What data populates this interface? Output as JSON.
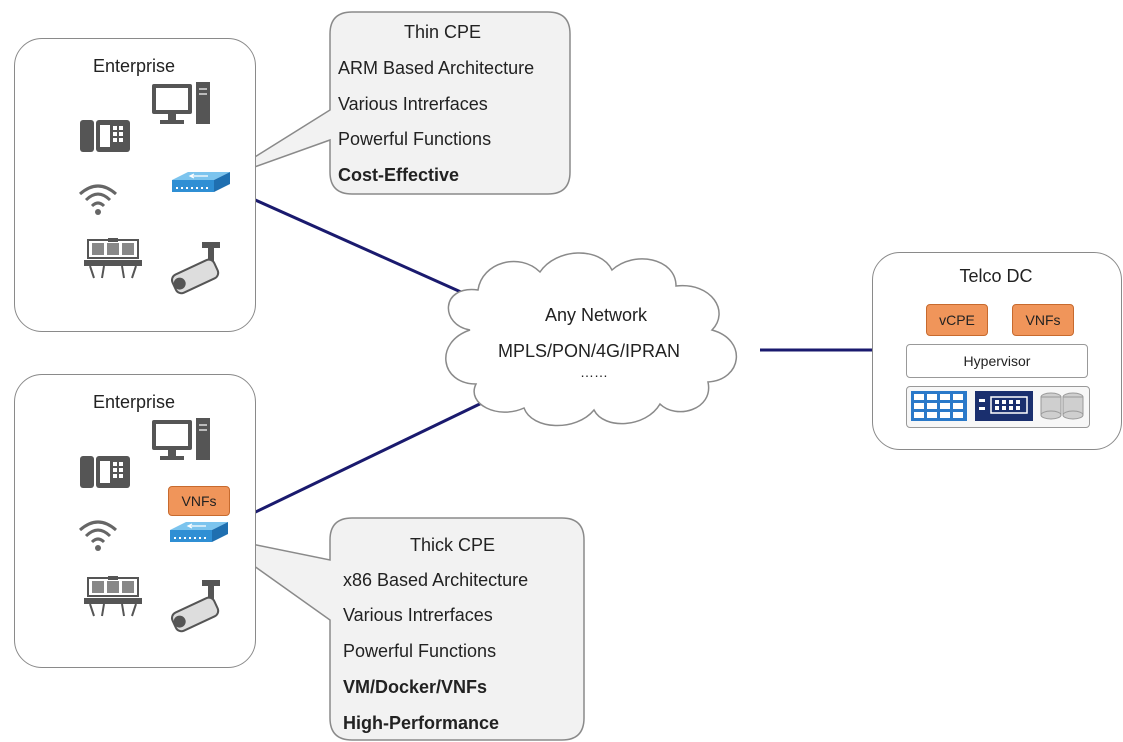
{
  "enterprise_top": {
    "title": "Enterprise"
  },
  "enterprise_bottom": {
    "title": "Enterprise",
    "vnfs_tag": "VNFs"
  },
  "thin_cpe": {
    "title": "Thin CPE",
    "lines": [
      "ARM Based Architecture",
      "Various Intrerfaces",
      "Powerful Functions"
    ],
    "bold_lines": [
      "Cost-Effective"
    ]
  },
  "thick_cpe": {
    "title": "Thick CPE",
    "lines": [
      "x86 Based Architecture",
      "Various Intrerfaces",
      "Powerful Functions"
    ],
    "bold_lines": [
      "VM/Docker/VNFs",
      "High-Performance"
    ]
  },
  "network": {
    "line1": "Any Network",
    "line2": "MPLS/PON/4G/IPRAN",
    "line3": "……"
  },
  "telco": {
    "title": "Telco DC",
    "vcpe_tag": "vCPE",
    "vnfs_tag": "VNFs",
    "hypervisor": "Hypervisor"
  },
  "colors": {
    "link_line": "#1a1a6e",
    "tag_fill": "#f0955a",
    "switch_blue": "#3a9fdc"
  }
}
